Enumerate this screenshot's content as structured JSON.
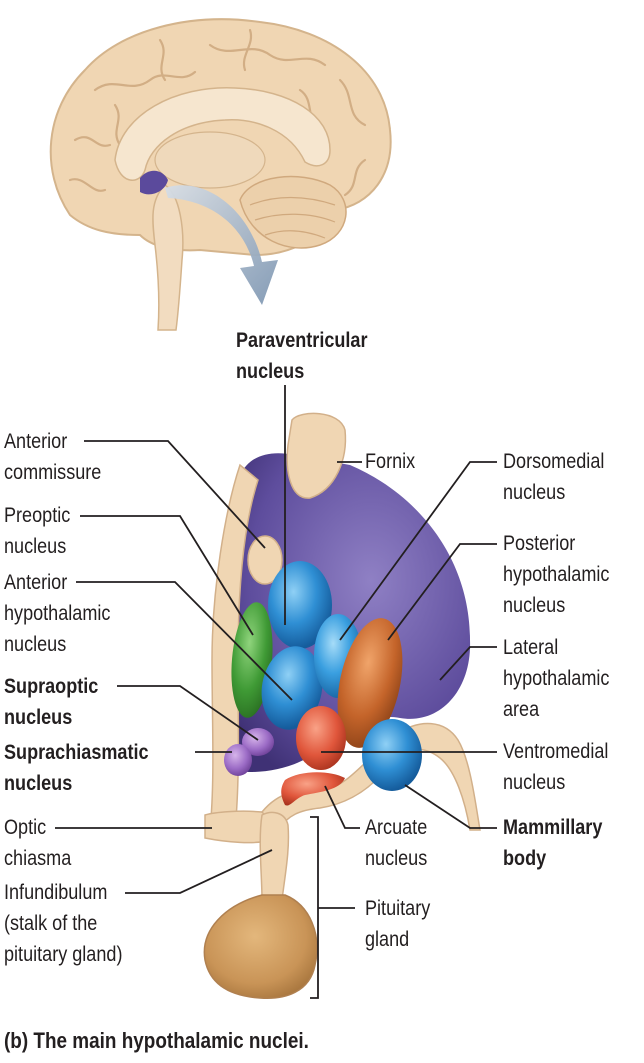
{
  "labels": {
    "paraventricular": [
      "Paraventricular",
      "nucleus"
    ],
    "anterior_commissure": [
      "Anterior",
      "commissure"
    ],
    "fornix": [
      "Fornix"
    ],
    "dorsomedial": [
      "Dorsomedial",
      "nucleus"
    ],
    "preoptic": [
      "Preoptic",
      "nucleus"
    ],
    "posterior_hypothalamic": [
      "Posterior",
      "hypothalamic",
      "nucleus"
    ],
    "anterior_hypothalamic": [
      "Anterior",
      "hypothalamic",
      "nucleus"
    ],
    "lateral_hypothalamic": [
      "Lateral",
      "hypothalamic",
      "area"
    ],
    "supraoptic": [
      "Supraoptic",
      "nucleus"
    ],
    "suprachiasmatic": [
      "Suprachiasmatic",
      "nucleus"
    ],
    "ventromedial": [
      "Ventromedial",
      "nucleus"
    ],
    "optic_chiasma": [
      "Optic",
      "chiasma"
    ],
    "arcuate": [
      "Arcuate",
      "nucleus"
    ],
    "mammillary": [
      "Mammillary",
      "body"
    ],
    "infundibulum": [
      "Infundibulum",
      "(stalk of the",
      "pituitary gland)"
    ],
    "pituitary": [
      "Pituitary",
      "gland"
    ]
  },
  "caption": "(b) The main hypothalamic nuclei.",
  "colors": {
    "hypothalamus_purple": "#5b4a9c",
    "tissue_tan": "#f0d6b3",
    "green_nucleus": "#4a9a3d",
    "blue_nucleus": "#3b8fd1",
    "orange_nucleus": "#c8692a",
    "red_nucleus": "#e2583a",
    "arrow_blue": "#9fb3c9"
  }
}
